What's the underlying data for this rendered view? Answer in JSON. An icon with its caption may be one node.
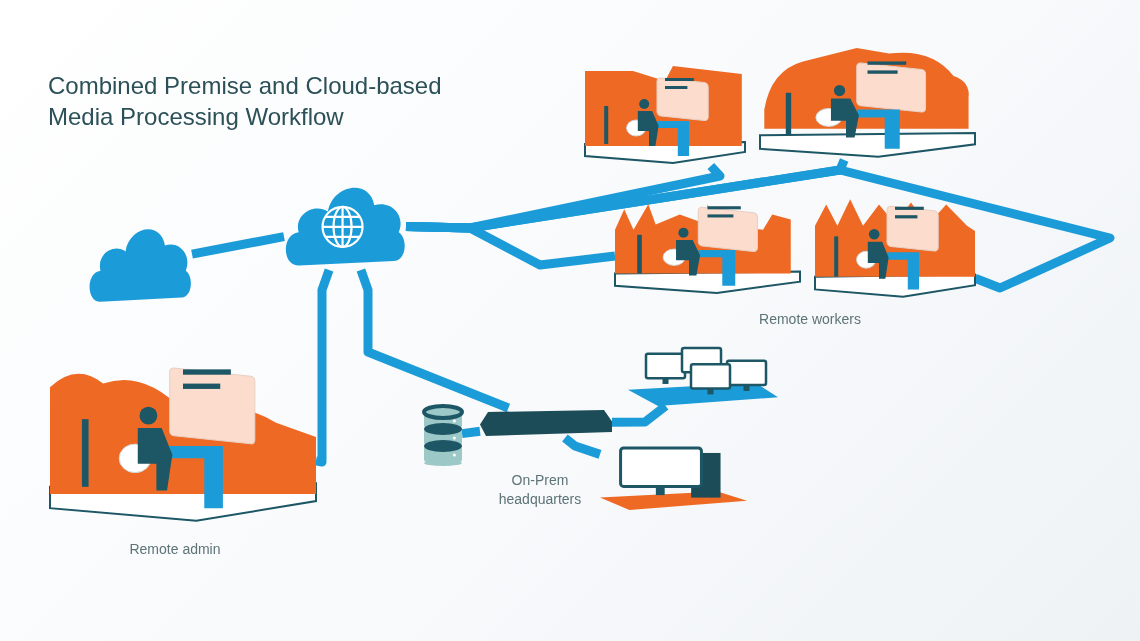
{
  "diagram": {
    "title": "Combined Premise and Cloud-based Media Processing Workflow",
    "nodes": [
      {
        "text": [],
        "shape": "cloud"
      },
      {
        "text": [],
        "shape": "cloud"
      },
      {
        "text": [],
        "shape": "picture"
      },
      {
        "text": [],
        "shape": "picture"
      },
      {
        "text": [],
        "shape": "picture"
      },
      {
        "text": [],
        "shape": "picture"
      },
      {
        "text": [],
        "shape": "picture"
      },
      {
        "text": [],
        "shape": "box"
      },
      {
        "text": [],
        "shape": "cylinder"
      },
      {
        "text": [],
        "shape": "picture"
      },
      {
        "text": [],
        "shape": "picture"
      }
    ],
    "edges": [
      {
        "from": 0,
        "to": 1,
        "arrow": "none"
      },
      {
        "from": 1,
        "to": 2,
        "arrow": "none"
      },
      {
        "from": 1,
        "to": 7,
        "arrow": "none"
      },
      {
        "from": 1,
        "to": 3,
        "arrow": "none"
      },
      {
        "from": 1,
        "to": 4,
        "arrow": "none"
      },
      {
        "from": 1,
        "to": 5,
        "arrow": "none"
      },
      {
        "from": 1,
        "to": 6,
        "arrow": "none"
      },
      {
        "from": 7,
        "to": 8,
        "arrow": "none"
      },
      {
        "from": 7,
        "to": 9,
        "arrow": "none"
      },
      {
        "from": 7,
        "to": 10,
        "arrow": "none"
      }
    ],
    "labels": [
      "Remote workers",
      "On-Prem headquarters",
      "Remote admin"
    ]
  }
}
